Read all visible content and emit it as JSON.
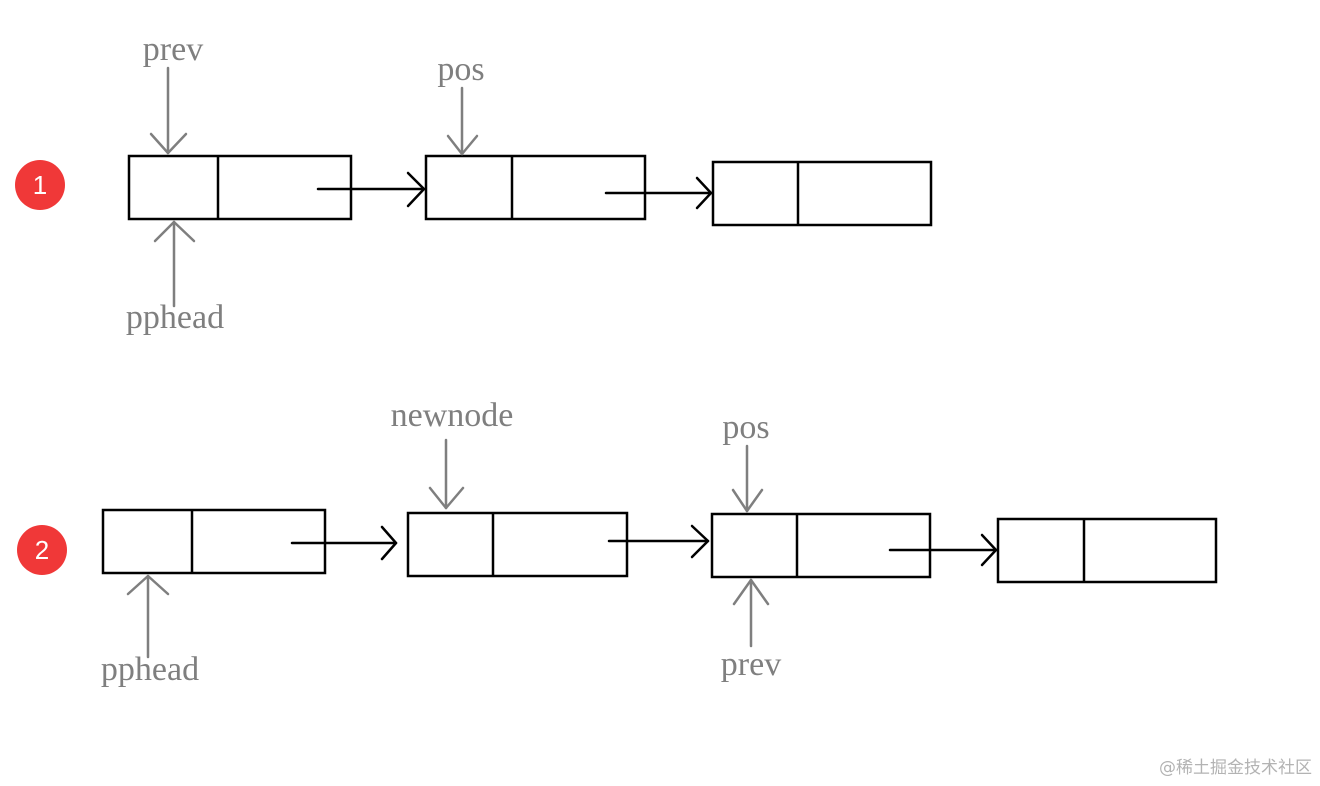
{
  "colors": {
    "node_stroke": "#000000",
    "pointer": "#7f7f7f",
    "badge": "#f03838"
  },
  "steps": [
    {
      "badge": "1",
      "node_count": 3,
      "pointers": [
        {
          "label": "prev",
          "target_node": 0,
          "side": "above"
        },
        {
          "label": "pos",
          "target_node": 1,
          "side": "above"
        },
        {
          "label": "pphead",
          "target_node": 0,
          "side": "below"
        }
      ]
    },
    {
      "badge": "2",
      "node_count": 4,
      "pointers": [
        {
          "label": "newnode",
          "target_node": 1,
          "side": "above"
        },
        {
          "label": "pos",
          "target_node": 2,
          "side": "above"
        },
        {
          "label": "pphead",
          "target_node": 0,
          "side": "below"
        },
        {
          "label": "prev",
          "target_node": 2,
          "side": "below"
        }
      ]
    }
  ],
  "watermark": "@稀土掘金技术社区"
}
